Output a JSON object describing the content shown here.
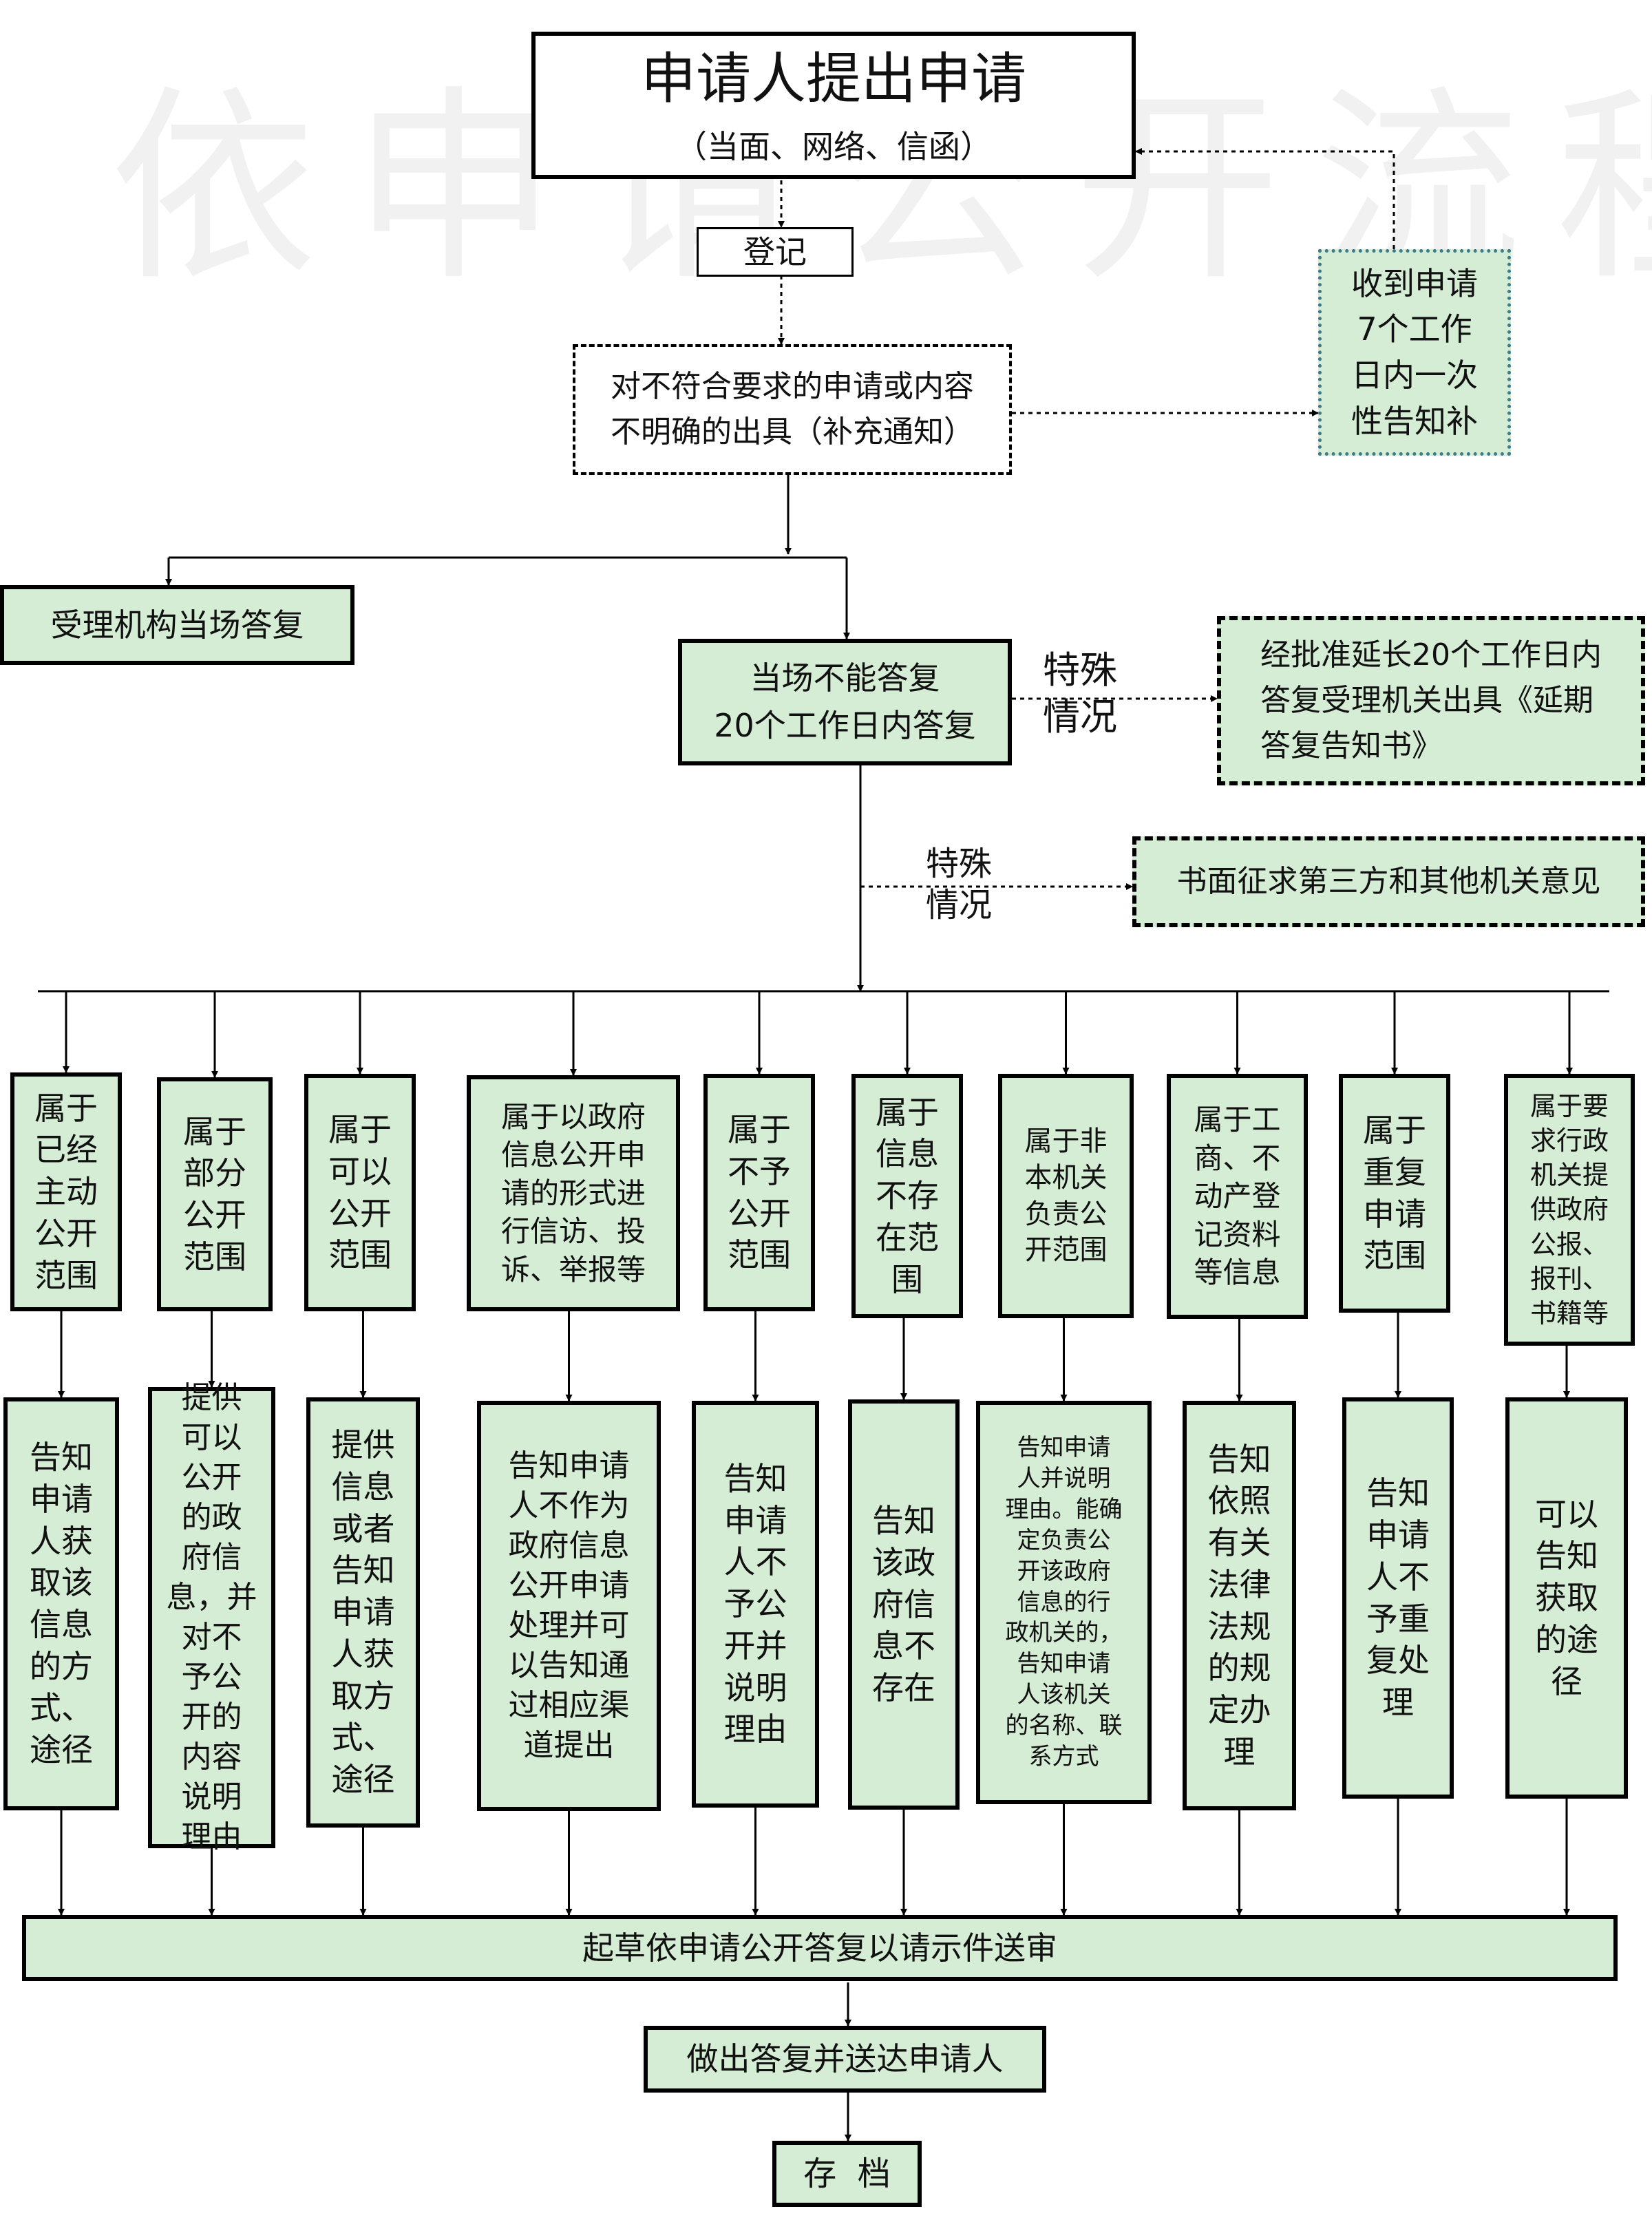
{
  "watermark": "依申请公开流程图",
  "nodes": {
    "apply_title": "申请人提出申请",
    "apply_sub": "（当面、网络、信函）",
    "register": "登记",
    "supplement": "对不符合要求的申请或内容\n不明确的出具（补充通知）",
    "receive_notice": "收到申请\n7个工作\n日内一次\n性告知补",
    "onsite_reply": "受理机构当场答复",
    "cannot_reply": "当场不能答复\n20个工作日内答复",
    "extension": "经批准延长20个工作日内\n答复受理机关出具《延期\n答复告知书》",
    "third_party": "书面征求第三方和其他机关意见",
    "draft": "起草依申请公开答复以请示件送审",
    "deliver": "做出答复并送达申请人",
    "archive": "存  档"
  },
  "labels": {
    "special_1": "特殊\n情况",
    "special_2": "特殊\n情况"
  },
  "categories": [
    "属于\n已经\n主动\n公开\n范围",
    "属于\n部分\n公开\n范围",
    "属于\n可以\n公开\n范围",
    "属于以政府\n信息公开申\n请的形式进\n行信访、投\n诉、举报等",
    "属于\n不予\n公开\n范围",
    "属于\n信息\n不存\n在范\n围",
    "属于非\n本机关\n负责公\n开范围",
    "属于工\n商、不\n动产登\n记资料\n等信息",
    "属于\n重复\n申请\n范围",
    "属于要\n求行政\n机关提\n供政府\n公报、\n报刊、\n书籍等"
  ],
  "responses": [
    "告知\n申请\n人获\n取该\n信息\n的方\n式、\n途径",
    "提供\n可以\n公开\n的政\n府信\n息，并\n对不\n予公\n开的\n内容\n说明\n理由",
    "提供\n信息\n或者\n告知\n申请\n人获\n取方\n式、\n途径",
    "告知申请\n人不作为\n政府信息\n公开申请\n处理并可\n以告知通\n过相应渠\n道提出",
    "告知\n申请\n人不\n予公\n开并\n说明\n理由",
    "告知\n该政\n府信\n息不\n存在",
    "告知申请\n人并说明\n理由。能确\n定负责公\n开该政府\n信息的行\n政机关的，\n告知申请\n人该机关\n的名称、联\n系方式",
    "告知\n依照\n有关\n法律\n法规\n的规\n定办\n理",
    "告知\n申请\n人不\n予重\n复处\n理",
    "可以\n告知\n获取\n的途\n径"
  ],
  "colors": {
    "box_fill": "#d5ecd5",
    "border": "#000000",
    "dotted_border": "#3a7a8a"
  }
}
